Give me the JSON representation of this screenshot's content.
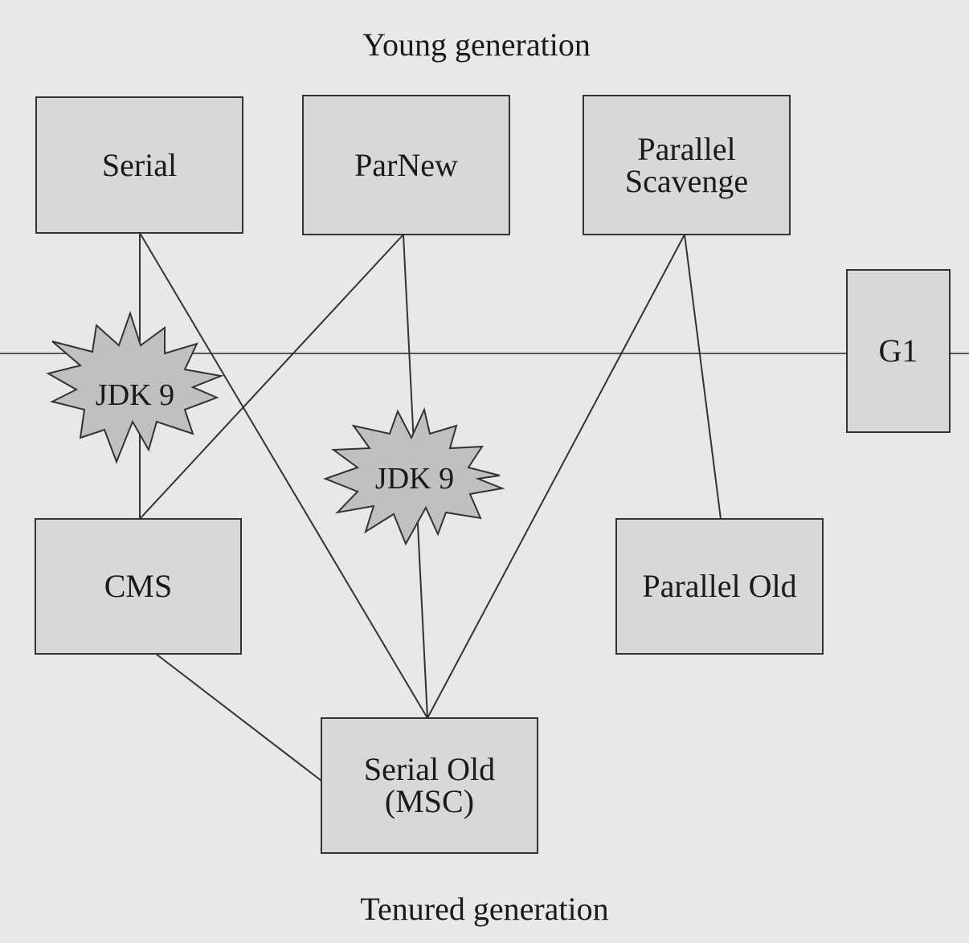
{
  "titles": {
    "top": "Young generation",
    "bottom": "Tenured generation"
  },
  "nodes": {
    "serial": "Serial",
    "parnew": "ParNew",
    "parallel_scavenge": "Parallel\nScavenge",
    "g1": "G1",
    "cms": "CMS",
    "parallel_old": "Parallel Old",
    "serial_old": "Serial Old\n(MSC)"
  },
  "badges": {
    "jdk9_left": "JDK 9",
    "jdk9_center": "JDK 9"
  },
  "colors": {
    "background": "#e8e8e8",
    "node_fill": "#d8d8d8",
    "burst_fill": "#c0c0c0",
    "stroke": "#333333"
  }
}
